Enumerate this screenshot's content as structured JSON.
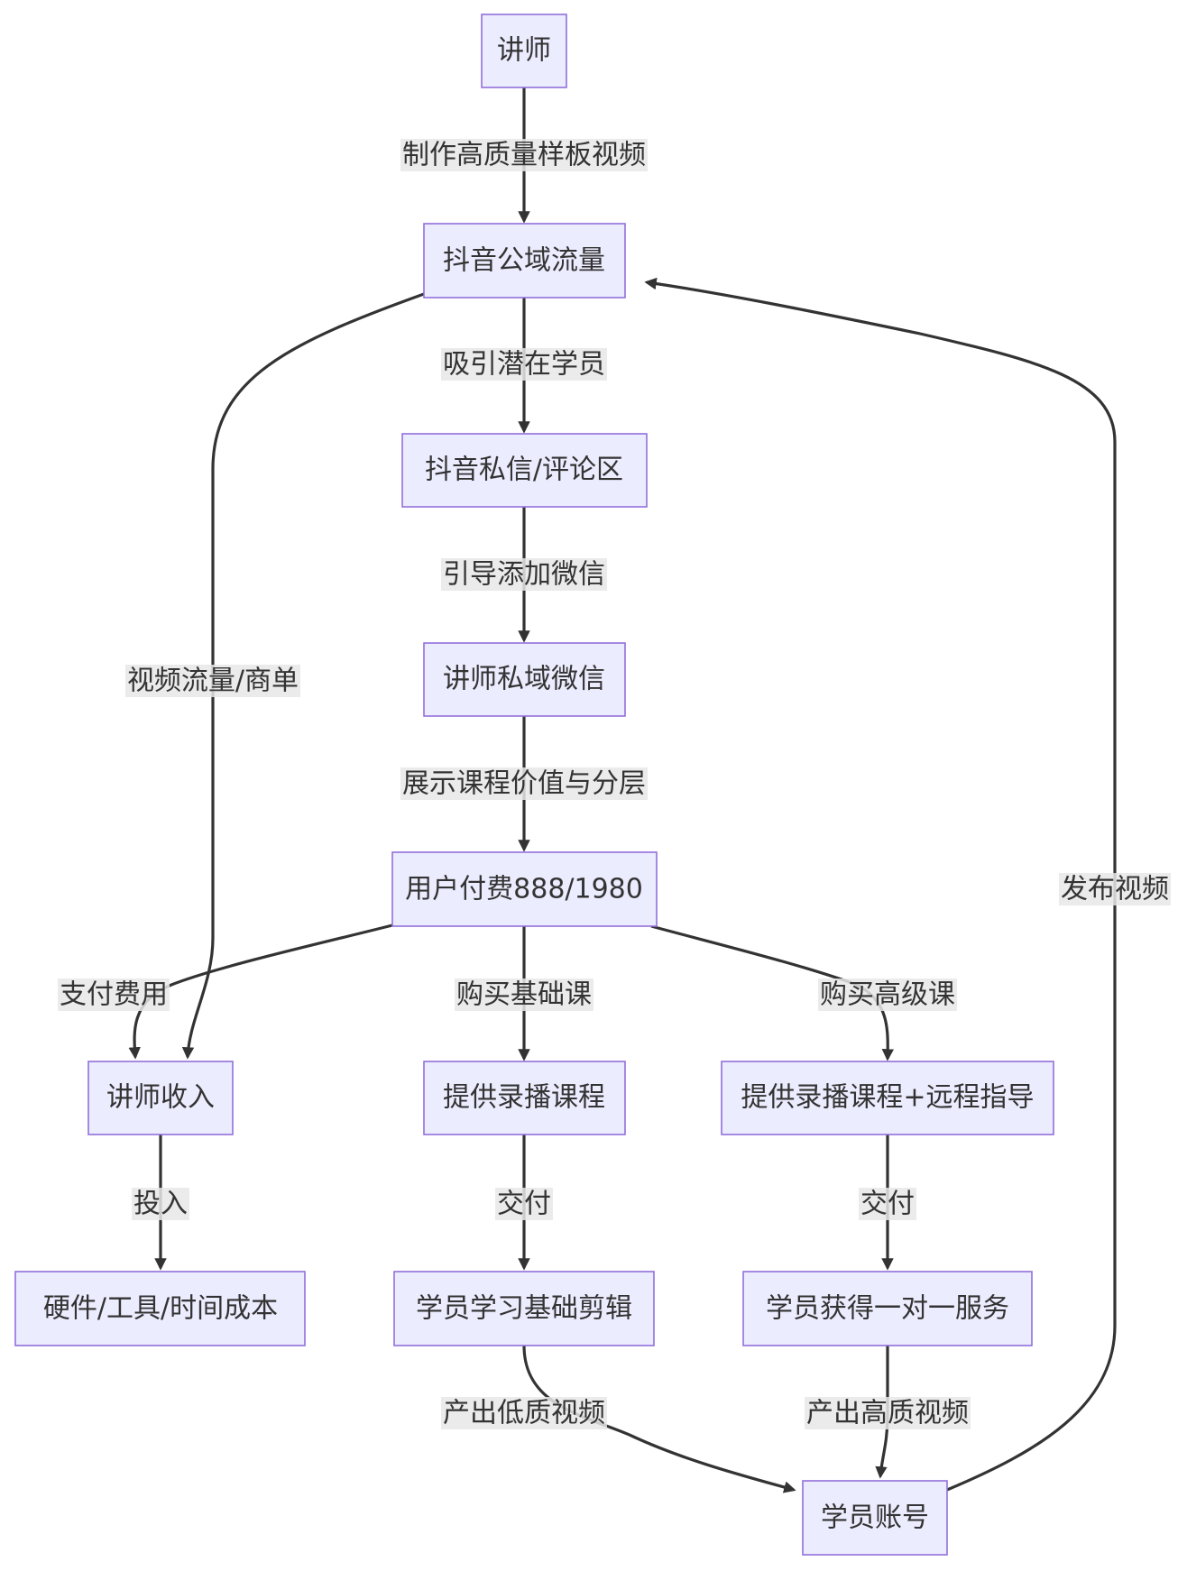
{
  "nodes": [
    {
      "id": "lecturer",
      "label": "讲师"
    },
    {
      "id": "douyin_public",
      "label": "抖音公域流量"
    },
    {
      "id": "douyin_dm",
      "label": "抖音私信/评论区"
    },
    {
      "id": "lecturer_wechat",
      "label": "讲师私域微信"
    },
    {
      "id": "payment",
      "label": "用户付费888/1980"
    },
    {
      "id": "lecturer_income",
      "label": "讲师收入"
    },
    {
      "id": "recorded_course",
      "label": "提供录播课程"
    },
    {
      "id": "recorded_remote",
      "label": "提供录播课程+远程指导"
    },
    {
      "id": "costs",
      "label": "硬件/工具/时间成本"
    },
    {
      "id": "basic_editing",
      "label": "学员学习基础剪辑"
    },
    {
      "id": "one_on_one",
      "label": "学员获得一对一服务"
    },
    {
      "id": "student_account",
      "label": "学员账号"
    }
  ],
  "edges": [
    {
      "id": "e1",
      "from": "lecturer",
      "to": "douyin_public",
      "label": "制作高质量样板视频"
    },
    {
      "id": "e2",
      "from": "douyin_public",
      "to": "douyin_dm",
      "label": "吸引潜在学员"
    },
    {
      "id": "e3",
      "from": "douyin_dm",
      "to": "lecturer_wechat",
      "label": "引导添加微信"
    },
    {
      "id": "e4",
      "from": "lecturer_wechat",
      "to": "payment",
      "label": "展示课程价值与分层"
    },
    {
      "id": "e5",
      "from": "douyin_public",
      "to": "lecturer_income",
      "label": "视频流量/商单"
    },
    {
      "id": "e6",
      "from": "payment",
      "to": "lecturer_income",
      "label": "支付费用"
    },
    {
      "id": "e7",
      "from": "payment",
      "to": "recorded_course",
      "label": "购买基础课"
    },
    {
      "id": "e8",
      "from": "payment",
      "to": "recorded_remote",
      "label": "购买高级课"
    },
    {
      "id": "e9",
      "from": "lecturer_income",
      "to": "costs",
      "label": "投入"
    },
    {
      "id": "e10",
      "from": "recorded_course",
      "to": "basic_editing",
      "label": "交付"
    },
    {
      "id": "e11",
      "from": "recorded_remote",
      "to": "one_on_one",
      "label": "交付"
    },
    {
      "id": "e12",
      "from": "basic_editing",
      "to": "student_account",
      "label": "产出低质视频"
    },
    {
      "id": "e13",
      "from": "one_on_one",
      "to": "student_account",
      "label": "产出高质视频"
    },
    {
      "id": "e14",
      "from": "student_account",
      "to": "douyin_public",
      "label": "发布视频"
    }
  ]
}
